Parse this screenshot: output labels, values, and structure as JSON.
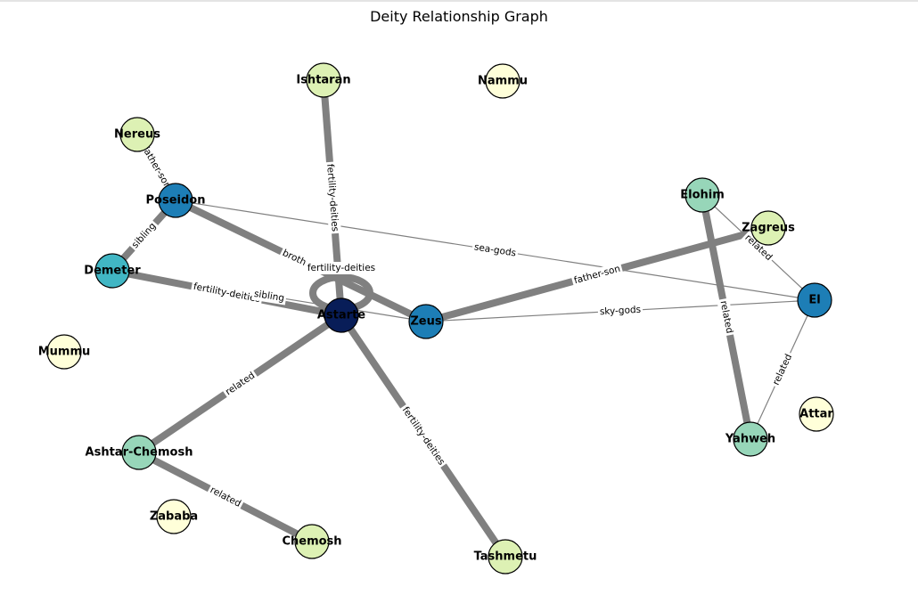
{
  "title": "Deity Relationship Graph",
  "colors": {
    "edge": "#808080",
    "level1": "#ffffd9",
    "level2": "#ddf1b4",
    "level3": "#97d6b9",
    "level4": "#41b6c4",
    "level5": "#1d7eb6",
    "level6": "#081d58"
  },
  "nodes": [
    {
      "id": "Ishtaran",
      "label": "Ishtaran",
      "color_level": 2
    },
    {
      "id": "Nammu",
      "label": "Nammu",
      "color_level": 1
    },
    {
      "id": "Nereus",
      "label": "Nereus",
      "color_level": 2
    },
    {
      "id": "Poseidon",
      "label": "Poseidon",
      "color_level": 5
    },
    {
      "id": "Demeter",
      "label": "Demeter",
      "color_level": 4
    },
    {
      "id": "Astarte",
      "label": "Astarte",
      "color_level": 6
    },
    {
      "id": "Zeus",
      "label": "Zeus",
      "color_level": 5
    },
    {
      "id": "Elohim",
      "label": "Elohim",
      "color_level": 3
    },
    {
      "id": "Zagreus",
      "label": "Zagreus",
      "color_level": 2
    },
    {
      "id": "El",
      "label": "El",
      "color_level": 5
    },
    {
      "id": "Mummu",
      "label": "Mummu",
      "color_level": 1
    },
    {
      "id": "Attar",
      "label": "Attar",
      "color_level": 1
    },
    {
      "id": "Yahweh",
      "label": "Yahweh",
      "color_level": 3
    },
    {
      "id": "Ashtar-Chemosh",
      "label": "Ashtar-Chemosh",
      "color_level": 3
    },
    {
      "id": "Zababa",
      "label": "Zababa",
      "color_level": 1
    },
    {
      "id": "Chemosh",
      "label": "Chemosh",
      "color_level": 2
    },
    {
      "id": "Tashmetu",
      "label": "Tashmetu",
      "color_level": 2
    }
  ],
  "edges": [
    {
      "source": "Ishtaran",
      "target": "Astarte",
      "label": "fertility-deities",
      "weight": 3
    },
    {
      "source": "Nereus",
      "target": "Poseidon",
      "label": "father-son",
      "weight": 3
    },
    {
      "source": "Poseidon",
      "target": "Demeter",
      "label": "sibling",
      "weight": 3
    },
    {
      "source": "Poseidon",
      "target": "Zeus",
      "label": "brothers",
      "weight": 3
    },
    {
      "source": "Poseidon",
      "target": "El",
      "label": "sea-gods",
      "weight": 0.5
    },
    {
      "source": "Demeter",
      "target": "Astarte",
      "label": "fertility-deities",
      "weight": 3
    },
    {
      "source": "Demeter",
      "target": "Zeus",
      "label": "sibling",
      "weight": 0.5
    },
    {
      "source": "Astarte",
      "target": "Astarte",
      "label": "fertility-deities",
      "weight": 3
    },
    {
      "source": "Astarte",
      "target": "Ashtar-Chemosh",
      "label": "related",
      "weight": 3
    },
    {
      "source": "Astarte",
      "target": "Tashmetu",
      "label": "fertility-deities",
      "weight": 3
    },
    {
      "source": "Zeus",
      "target": "Zagreus",
      "label": "father-son",
      "weight": 3
    },
    {
      "source": "Zeus",
      "target": "El",
      "label": "sky-gods",
      "weight": 0.5
    },
    {
      "source": "Elohim",
      "target": "Yahweh",
      "label": "related",
      "weight": 3
    },
    {
      "source": "Elohim",
      "target": "El",
      "label": "related",
      "weight": 0.5
    },
    {
      "source": "El",
      "target": "Yahweh",
      "label": "related",
      "weight": 0.5
    },
    {
      "source": "Ashtar-Chemosh",
      "target": "Chemosh",
      "label": "related",
      "weight": 3
    }
  ]
}
